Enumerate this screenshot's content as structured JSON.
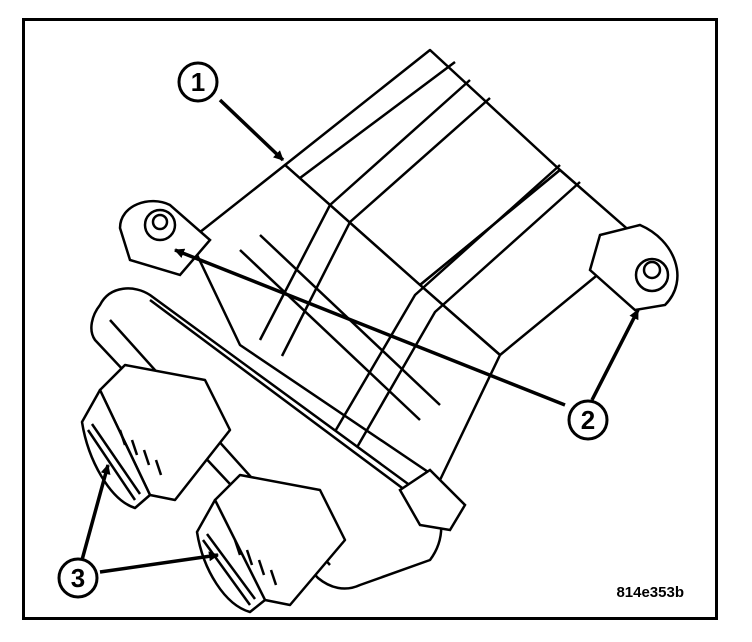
{
  "figure": {
    "id_label": "814e353b",
    "callouts": [
      {
        "number": "1"
      },
      {
        "number": "2"
      },
      {
        "number": "3"
      }
    ]
  }
}
